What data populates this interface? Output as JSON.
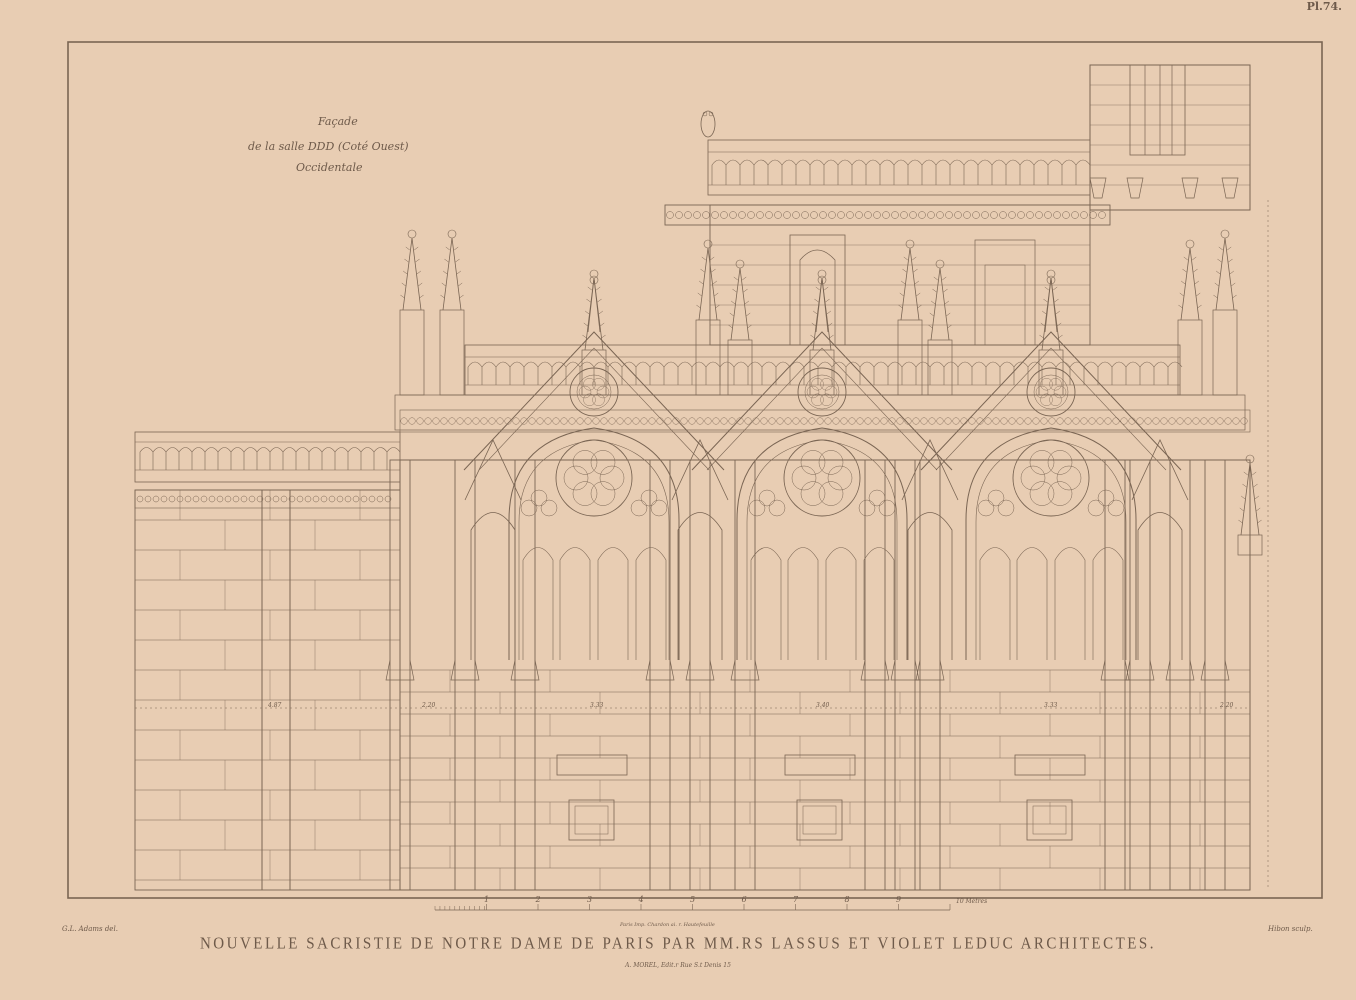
{
  "plate_number": "Pl.74.",
  "caption": {
    "line1": "Façade",
    "line2": "de la salle DDD  (Coté Ouest)",
    "line3": "Occidentale"
  },
  "dimensions": [
    "4.87",
    "2.20",
    "3.33",
    "3.40",
    "3.33",
    "2.20"
  ],
  "scale_bar": {
    "ticks": [
      "1",
      "2",
      "3",
      "4",
      "5",
      "6",
      "7",
      "8",
      "9"
    ],
    "end_label": "10 Mètres"
  },
  "credits": {
    "draughtsman": "G.L. Adams del.",
    "engraver": "Hibon sculp.",
    "printer": "Paris Imp. Chardon ai. r. Hautefeuille"
  },
  "title": "NOUVELLE SACRISTIE DE NOTRE DAME DE PARIS PAR MM.RS LASSUS ET VIOLET LEDUC ARCHITECTES.",
  "publisher": "A. MOREL, Edit.r Rue S.t Denis 15",
  "colors": {
    "paper": "#e8cdb3",
    "ink": "#7a6553"
  }
}
